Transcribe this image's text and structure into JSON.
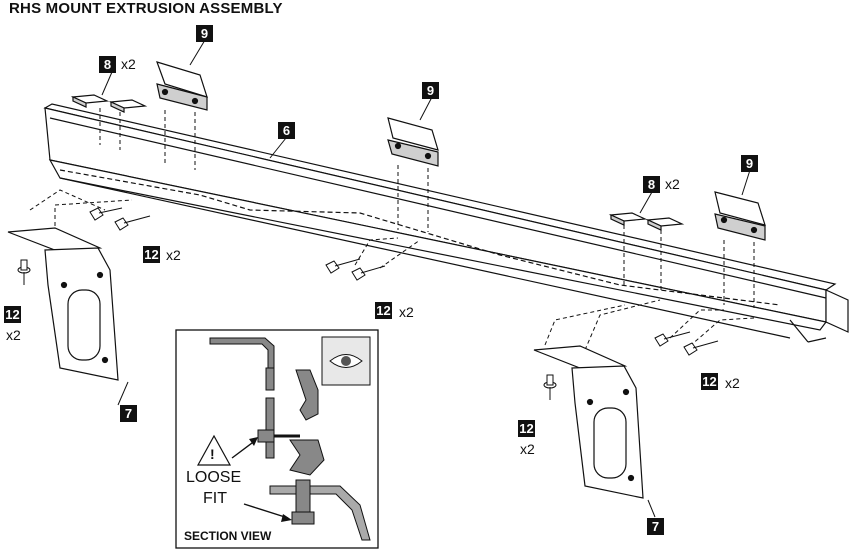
{
  "title": "RHS MOUNT EXTRUSION ASSEMBLY",
  "callouts": {
    "c9a": "9",
    "c9b": "9",
    "c9c": "9",
    "c8a": "8",
    "c8b": "8",
    "c6": "6",
    "c12a": "12",
    "c12b": "12",
    "c12c": "12",
    "c12d": "12",
    "c12e": "12",
    "c7a": "7",
    "c7b": "7"
  },
  "quantities": {
    "q8a": "x2",
    "q8b": "x2",
    "q12a": "x2",
    "q12b": "x2",
    "q12c": "x2",
    "q12d": "x2",
    "q12e": "x2"
  },
  "section_view": {
    "loose_line1": "LOOSE",
    "loose_line2": "FIT",
    "caption": "SECTION VIEW",
    "warning_glyph": "!",
    "eye_icon": "eye-icon"
  },
  "colors": {
    "line": "#111111",
    "part_gray": "#888888",
    "light_gray": "#cfcfcf"
  }
}
